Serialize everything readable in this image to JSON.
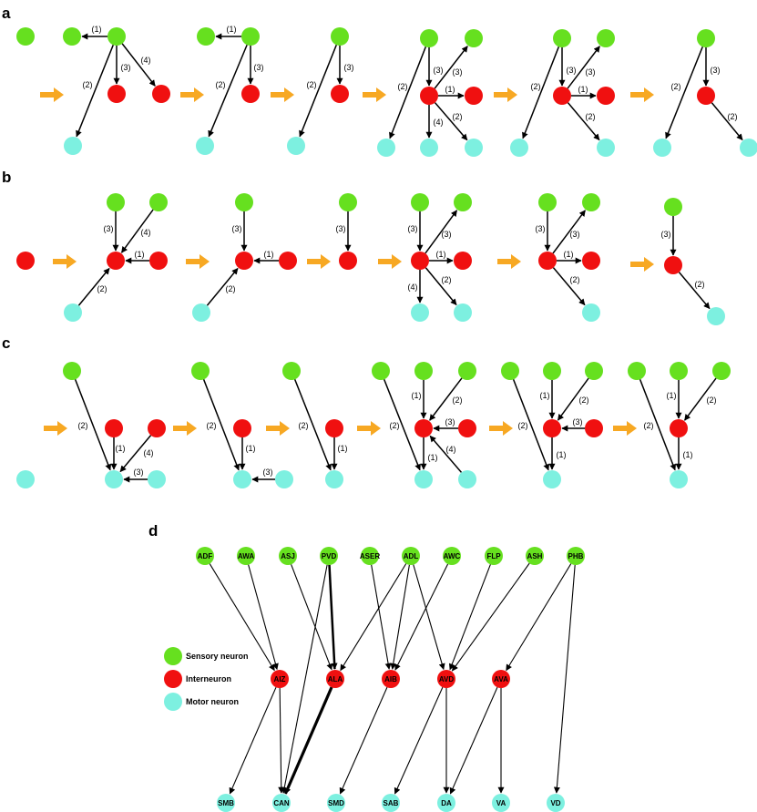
{
  "colors": {
    "sensory": "#66e01f",
    "inter": "#f01010",
    "motor": "#7df0e0",
    "arrow_step": "#f7a823",
    "edge": "#000000"
  },
  "panels": {
    "a": {
      "label": "a"
    },
    "b": {
      "label": "b"
    },
    "c": {
      "label": "c"
    },
    "d": {
      "label": "d"
    }
  },
  "edge_labels": {
    "e1": "(1)",
    "e2": "(2)",
    "e3": "(3)",
    "e4": "(4)"
  },
  "legend": {
    "sensory": "Sensory neuron",
    "inter": "Interneuron",
    "motor": "Motor neuron"
  },
  "network": {
    "sensory": [
      "ADF",
      "AWA",
      "ASJ",
      "PVD",
      "ASER",
      "ADL",
      "AWC",
      "FLP",
      "ASH",
      "PHB"
    ],
    "inter": [
      "AIZ",
      "ALA",
      "AIB",
      "AVD",
      "AVA"
    ],
    "motor": [
      "SMB",
      "CAN",
      "SMD",
      "SAB",
      "DA",
      "VA",
      "VD"
    ],
    "edges": [
      [
        "ADF",
        "AIZ"
      ],
      [
        "AWA",
        "AIZ"
      ],
      [
        "ASJ",
        "ALA"
      ],
      [
        "PVD",
        "ALA"
      ],
      [
        "PVD",
        "CAN"
      ],
      [
        "ASER",
        "AIB"
      ],
      [
        "ADL",
        "ALA"
      ],
      [
        "ADL",
        "AIB"
      ],
      [
        "ADL",
        "AVD"
      ],
      [
        "AWC",
        "AIB"
      ],
      [
        "FLP",
        "AVD"
      ],
      [
        "ASH",
        "AVD"
      ],
      [
        "PHB",
        "AVA"
      ],
      [
        "PHB",
        "VD"
      ],
      [
        "AIZ",
        "SMB"
      ],
      [
        "AIZ",
        "CAN"
      ],
      [
        "ALA",
        "CAN"
      ],
      [
        "AIB",
        "SMD"
      ],
      [
        "AVD",
        "SAB"
      ],
      [
        "AVD",
        "DA"
      ],
      [
        "AVA",
        "DA"
      ],
      [
        "AVA",
        "VA"
      ]
    ]
  }
}
